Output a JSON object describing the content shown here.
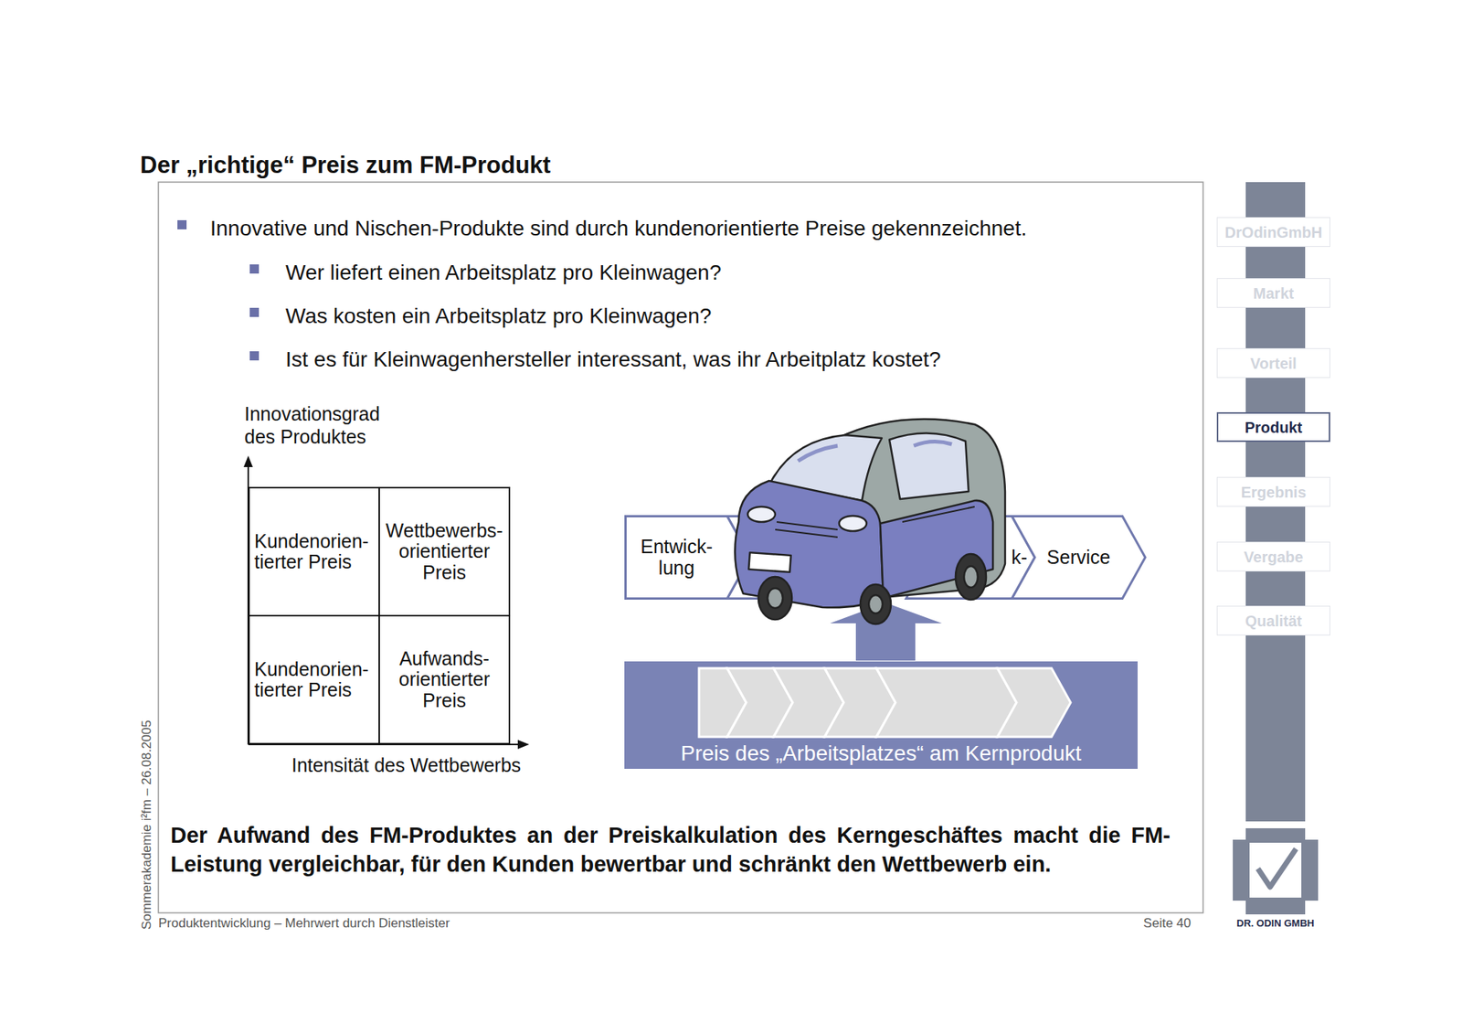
{
  "diagram": {
    "title": "Der „richtige“ Preis zum FM-Produkt",
    "nodes": [
      {
        "text": [
          "Kundenorien- tierter Preis"
        ]
      },
      {
        "text": [
          "Wettbewerbs- orientierter Preis"
        ]
      },
      {
        "text": [
          "Kundenorien- tierter Preis"
        ]
      },
      {
        "text": [
          "Aufwands- orientierter Preis"
        ]
      },
      {
        "text": [
          "Entwick- lung"
        ]
      },
      {
        "text": [
          "k-"
        ]
      },
      {
        "text": [
          "Service"
        ]
      },
      {
        "text": [
          "Preis des „Arbeitsplatzes“ am Kernprodukt"
        ]
      },
      {
        "text": [
          "DrOdinGmbH"
        ]
      },
      {
        "text": [
          "Markt"
        ]
      },
      {
        "text": [
          "Vorteil"
        ]
      },
      {
        "text": [
          "Produkt"
        ]
      },
      {
        "text": [
          "Ergebnis"
        ]
      },
      {
        "text": [
          "Vergabe"
        ]
      },
      {
        "text": [
          "Qualität"
        ]
      }
    ],
    "labels": [
      "Innovative und Nischen-Produkte sind durch kundenorientierte Preise gekennzeichnet.",
      "Wer liefert einen Arbeitsplatz pro Kleinwagen?",
      "Was kosten ein Arbeitsplatz pro Kleinwagen?",
      "Ist es für Kleinwagenhersteller interessant, was ihr Arbeitplatz kostet?",
      "Innovationsgrad des Produktes",
      "Intensität des Wettbewerbs",
      "Der Aufwand des FM-Produktes an der Preiskalkulation des Kerngeschäftes macht die FM-Leistung vergleichbar, für den Kunden bewertbar und schränkt den Wettbewerb ein.",
      "Sommerakademie i²fm – 26.08.2005",
      "Produktentwicklung – Mehrwert durch Dienstleister",
      "Seite 40",
      "DR. ODIN GMBH"
    ]
  }
}
